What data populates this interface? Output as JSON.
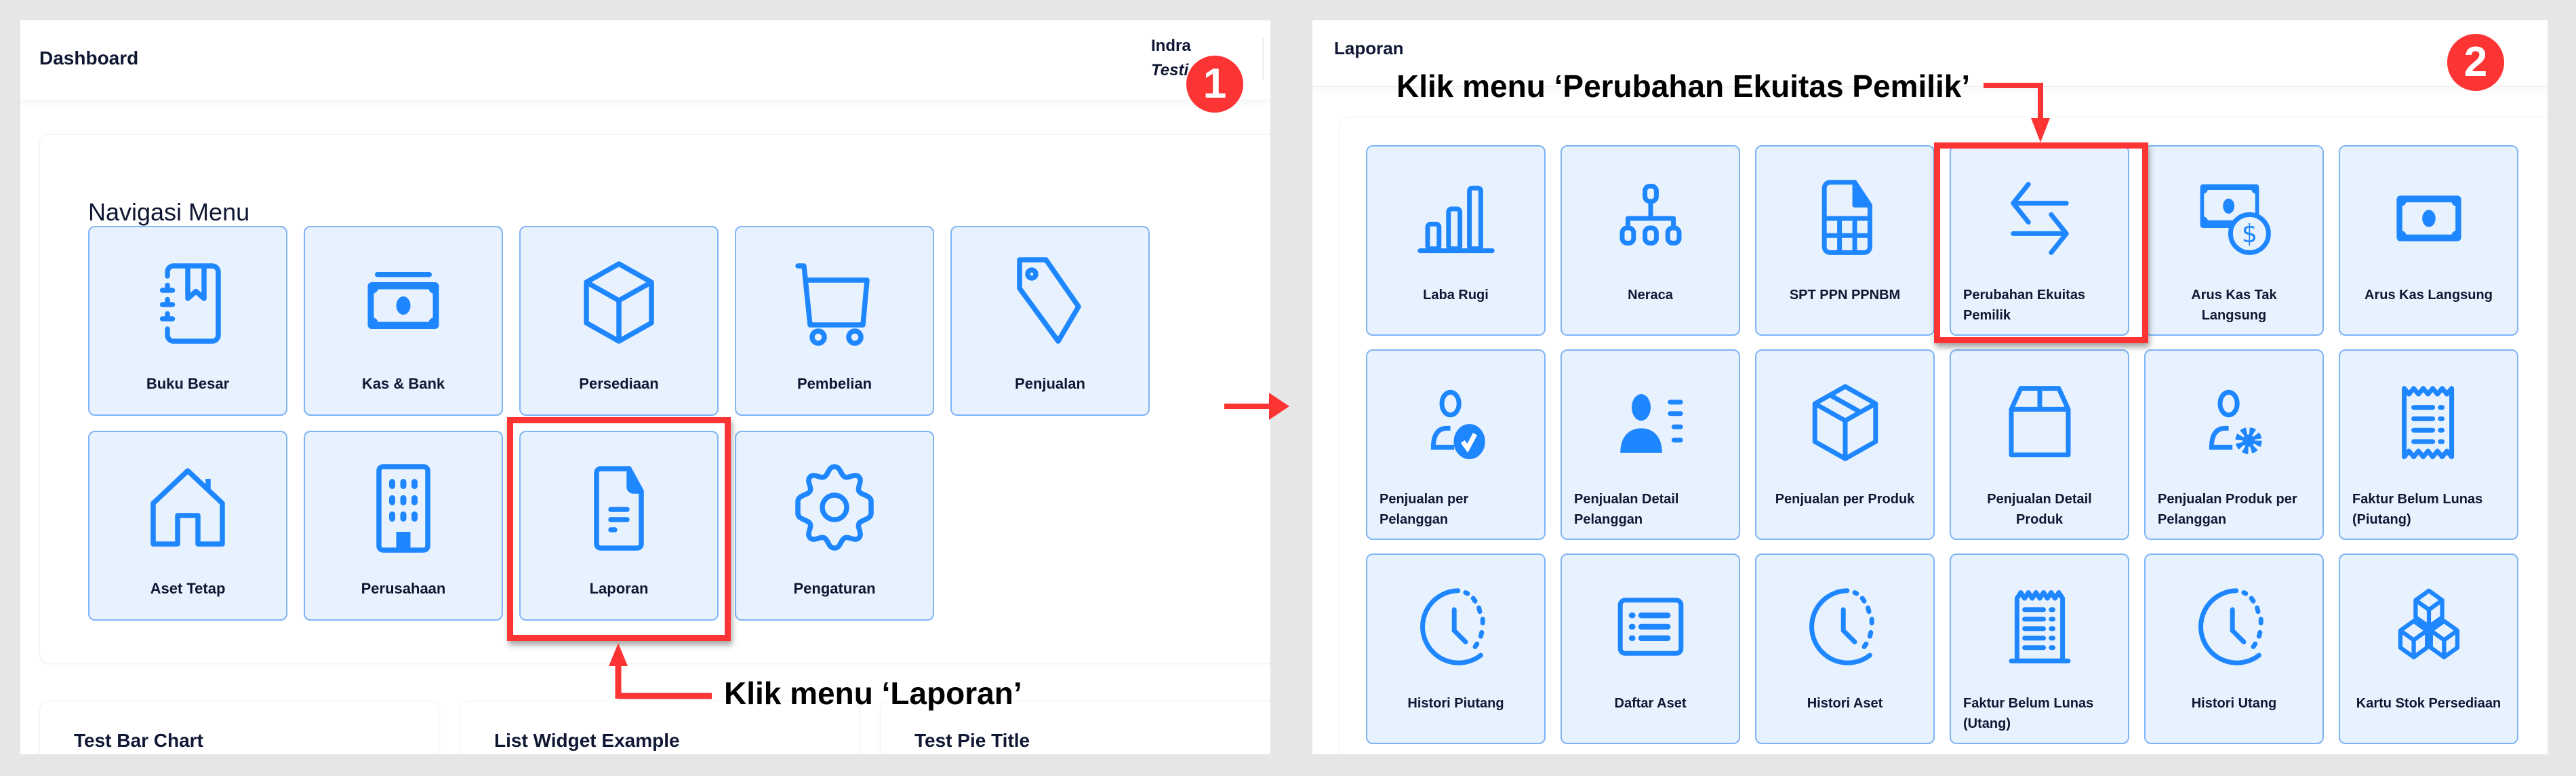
{
  "screen1": {
    "header": {
      "title": "Dashboard",
      "user_name": "Indra",
      "user_role": "Testi"
    },
    "nav_title": "Navigasi Menu",
    "menu": [
      {
        "label": "Buku Besar",
        "icon": "ledger-book-icon"
      },
      {
        "label": "Kas & Bank",
        "icon": "banknote-icon"
      },
      {
        "label": "Persediaan",
        "icon": "box-icon"
      },
      {
        "label": "Pembelian",
        "icon": "shopping-cart-icon"
      },
      {
        "label": "Penjualan",
        "icon": "price-tag-icon"
      },
      {
        "label": "Aset Tetap",
        "icon": "house-icon"
      },
      {
        "label": "Perusahaan",
        "icon": "building-icon"
      },
      {
        "label": "Laporan",
        "icon": "document-icon"
      },
      {
        "label": "Pengaturan",
        "icon": "gear-icon"
      }
    ],
    "widgets": [
      {
        "title": "Test Bar Chart"
      },
      {
        "title": "List Widget Example"
      },
      {
        "title": "Test Pie Title"
      }
    ],
    "annotation": {
      "step": "1",
      "text": "Klik menu ‘Laporan’"
    }
  },
  "screen2": {
    "header": {
      "title": "Laporan"
    },
    "reports": [
      {
        "label": "Laba Rugi",
        "icon": "bar-chart-icon"
      },
      {
        "label": "Neraca",
        "icon": "hierarchy-icon"
      },
      {
        "label": "SPT PPN PPNBM",
        "icon": "tax-document-icon"
      },
      {
        "label": "Perubahan Ekuitas Pemilik",
        "icon": "swap-arrows-icon"
      },
      {
        "label": "Arus Kas Tak Langsung",
        "icon": "cash-coin-icon"
      },
      {
        "label": "Arus Kas Langsung",
        "icon": "banknote-icon"
      },
      {
        "label": "Penjualan per Pelanggan",
        "icon": "user-check-icon"
      },
      {
        "label": "Penjualan Detail Pelanggan",
        "icon": "user-details-icon"
      },
      {
        "label": "Penjualan per Produk",
        "icon": "package-icon"
      },
      {
        "label": "Penjualan Detail Produk",
        "icon": "open-box-icon"
      },
      {
        "label": "Penjualan Produk per Pelanggan",
        "icon": "user-gear-icon"
      },
      {
        "label": "Faktur Belum Lunas (Piutang)",
        "icon": "receipt-icon"
      },
      {
        "label": "Histori Piutang",
        "icon": "clock-history-icon"
      },
      {
        "label": "Daftar Aset",
        "icon": "list-icon"
      },
      {
        "label": "Histori Aset",
        "icon": "clock-history-icon"
      },
      {
        "label": "Faktur Belum Lunas (Utang)",
        "icon": "receipt-icon"
      },
      {
        "label": "Histori Utang",
        "icon": "clock-history-icon"
      },
      {
        "label": "Kartu Stok Persediaan",
        "icon": "stacked-cubes-icon"
      }
    ],
    "annotation": {
      "step": "2",
      "text": "Klik menu ‘Perubahan Ekuitas Pemilik’"
    }
  },
  "colors": {
    "accent": "#1e86ff",
    "tile_bg": "#e8f2fe",
    "tile_border": "#7fb4f5",
    "annotation_red": "#fc3434",
    "text": "#0f1733",
    "background": "#e6e6e6"
  }
}
